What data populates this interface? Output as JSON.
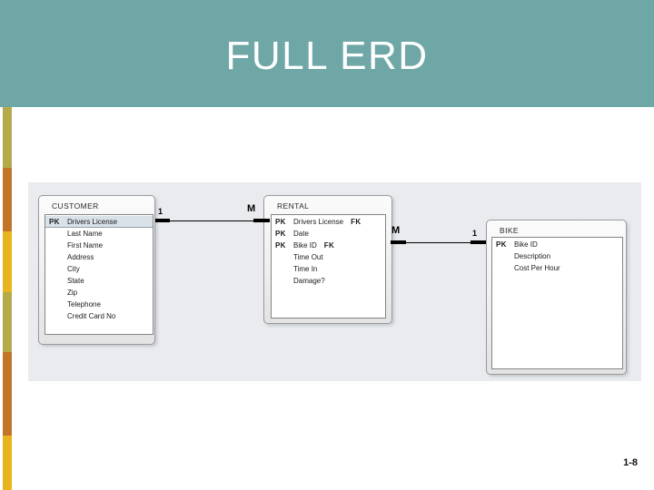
{
  "slide": {
    "title": "FULL ERD",
    "page_number": "1-8"
  },
  "colors": {
    "header_teal": "#6FA7A7",
    "stripe_olive": "#B3AB4B",
    "stripe_orange": "#C1752B",
    "stripe_gold": "#E9B51F",
    "panel_bg": "#E9EBEF",
    "row_highlight": "#D9E1E9"
  },
  "stripe_segments": [
    {
      "color_key": "stripe_olive",
      "height": 67
    },
    {
      "color_key": "stripe_orange",
      "height": 70
    },
    {
      "color_key": "stripe_gold",
      "height": 67
    },
    {
      "color_key": "stripe_olive",
      "height": 66
    },
    {
      "color_key": "stripe_orange",
      "height": 92
    },
    {
      "color_key": "stripe_gold",
      "height": 60
    }
  ],
  "erd": {
    "tables": [
      {
        "name": "CUSTOMER",
        "fields": [
          {
            "key": "PK",
            "name": "Drivers License",
            "highlight": true
          },
          {
            "name": "Last Name"
          },
          {
            "name": "First Name"
          },
          {
            "name": "Address"
          },
          {
            "name": "City"
          },
          {
            "name": "State"
          },
          {
            "name": "Zip"
          },
          {
            "name": "Telephone"
          },
          {
            "name": "Credit Card No"
          }
        ]
      },
      {
        "name": "RENTAL",
        "fields": [
          {
            "key": "PK",
            "name": "Drivers License",
            "fk": "FK"
          },
          {
            "key": "PK",
            "name": "Date"
          },
          {
            "key": "PK",
            "name": "Bike ID",
            "fk": "FK"
          },
          {
            "name": "Time Out"
          },
          {
            "name": "Time In"
          },
          {
            "name": "Damage?"
          }
        ]
      },
      {
        "name": "BIKE",
        "fields": [
          {
            "key": "PK",
            "name": "Bike ID"
          },
          {
            "name": "Description"
          },
          {
            "name": "Cost Per Hour"
          }
        ]
      }
    ],
    "relationships": [
      {
        "from": "CUSTOMER",
        "to": "RENTAL",
        "left_label": "1",
        "right_label": "M"
      },
      {
        "from": "RENTAL",
        "to": "BIKE",
        "left_label": "M",
        "right_label": "1"
      }
    ]
  }
}
